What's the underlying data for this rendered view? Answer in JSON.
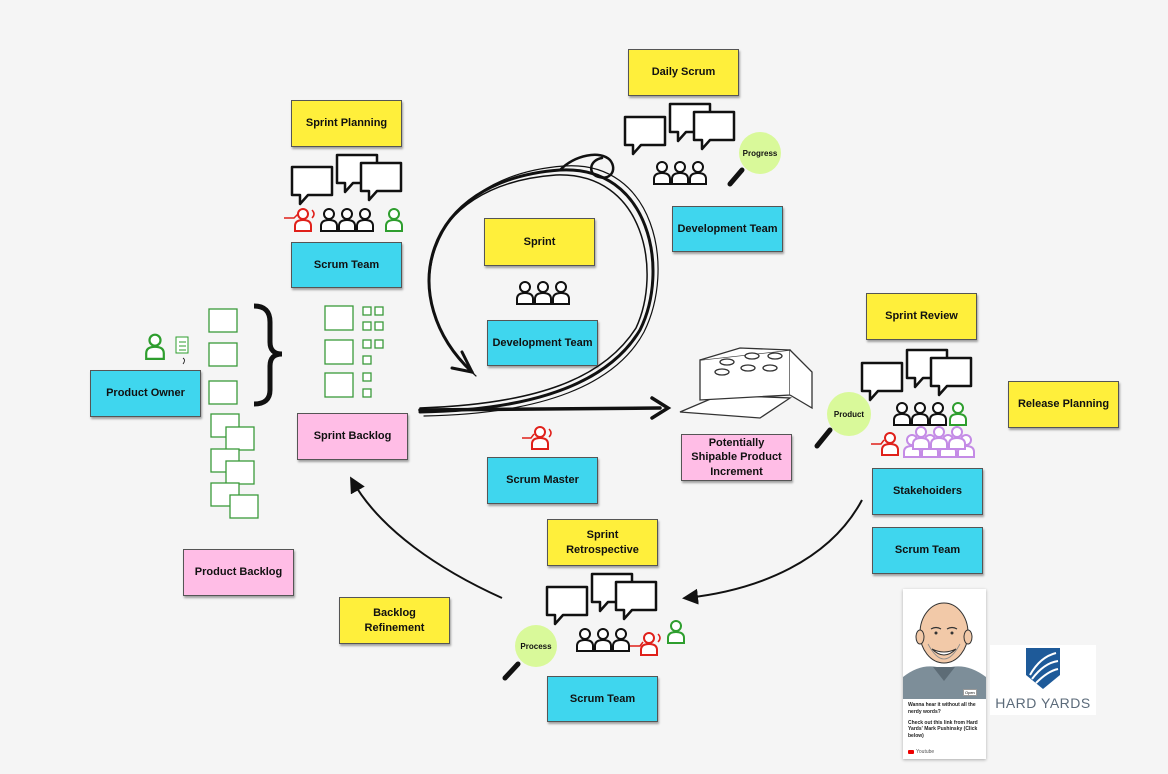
{
  "notes": {
    "daily_scrum": "Daily Scrum",
    "sprint_planning": "Sprint Planning",
    "sprint": "Sprint",
    "dev_team_top": "Development Team",
    "dev_team_center": "Development Team",
    "scrum_team_planning": "Scrum Team",
    "product_owner": "Product Owner",
    "sprint_backlog": "Sprint Backlog",
    "product_backlog": "Product Backlog",
    "scrum_master": "Scrum Master",
    "sprint_review": "Sprint Review",
    "release_planning": "Release Planning",
    "increment": "Potentially Shipable Product Increment",
    "stakeholders": "Stakehoiders",
    "scrum_team_review": "Scrum Team",
    "sprint_retro": "Sprint Retrospective",
    "backlog_refinement": "Backlog Refinement",
    "scrum_team_retro": "Scrum Team"
  },
  "magnifiers": {
    "progress": "Progress",
    "product": "Product",
    "process": "Process"
  },
  "video_card": {
    "line1": "Wanna hear it without all the nerdy words?",
    "line2": "Check out this link from Hard Yards' Mark Pushinsky (Click below)",
    "source": "Youtube",
    "badge": "Open"
  },
  "logo": {
    "text": "HARD YARDS"
  },
  "colors": {
    "yellow": "#ffef3b",
    "cyan": "#3fd6ee",
    "pink": "#ffbde6",
    "green": "#2e9e2e",
    "red": "#e0201a",
    "purple": "#c48be6",
    "magnifier": "#d9f99a"
  }
}
